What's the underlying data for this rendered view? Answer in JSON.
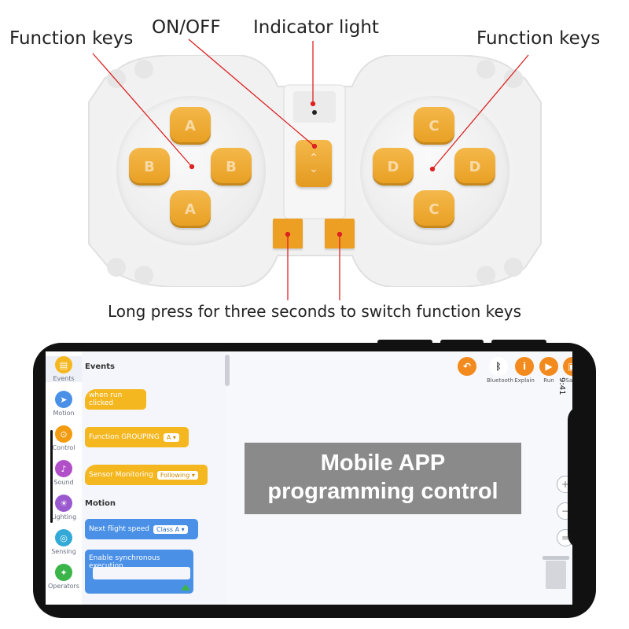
{
  "callouts": {
    "function_keys_left": "Function keys",
    "on_off": "ON/OFF",
    "indicator_light": "Indicator light",
    "function_keys_right": "Function keys",
    "caption": "Long press for three seconds to switch function keys"
  },
  "remote": {
    "left_pad_keys": {
      "top": "A",
      "left": "B",
      "right": "B",
      "bottom": "A"
    },
    "right_pad_keys": {
      "top": "C",
      "left": "D",
      "right": "D",
      "bottom": "C"
    },
    "onoff_symbols": {
      "up": "⌃",
      "down": "⌄"
    },
    "key_color": "#eca323"
  },
  "app": {
    "overlay_text": [
      "Mobile APP",
      "programming control"
    ],
    "categories": [
      {
        "label": "Events",
        "icon": "events-icon",
        "color": "#f5b720"
      },
      {
        "label": "Motion",
        "icon": "motion-icon",
        "color": "#4a90e6"
      },
      {
        "label": "Control",
        "icon": "control-icon",
        "color": "#f39c12"
      },
      {
        "label": "Sound",
        "icon": "sound-icon",
        "color": "#b14fc9"
      },
      {
        "label": "Lighting",
        "icon": "lighting-icon",
        "color": "#9b59d0"
      },
      {
        "label": "Sensing",
        "icon": "sensing-icon",
        "color": "#33a9d8"
      },
      {
        "label": "Operators",
        "icon": "operators-icon",
        "color": "#3bb54a"
      }
    ],
    "palette": {
      "events_title": "Events",
      "when_run_clicked": "when run clicked",
      "function_grouping": {
        "label": "Function  GROUPING",
        "value": "A"
      },
      "sensor_monitoring": {
        "label": "Sensor Monitoring",
        "value": "Following"
      },
      "motion_title": "Motion",
      "next_flight_speed": {
        "label": "Next flight speed",
        "value": "Class  A"
      },
      "enable_sync": "Enable synchronous execution"
    },
    "toolbar": {
      "back": "",
      "bluetooth": "Bluetooth",
      "explain": "Explain",
      "run": "Run",
      "save": "Save"
    },
    "zoom": {
      "in": "+",
      "out": "−",
      "reset": "="
    },
    "status_time": "9:41"
  }
}
